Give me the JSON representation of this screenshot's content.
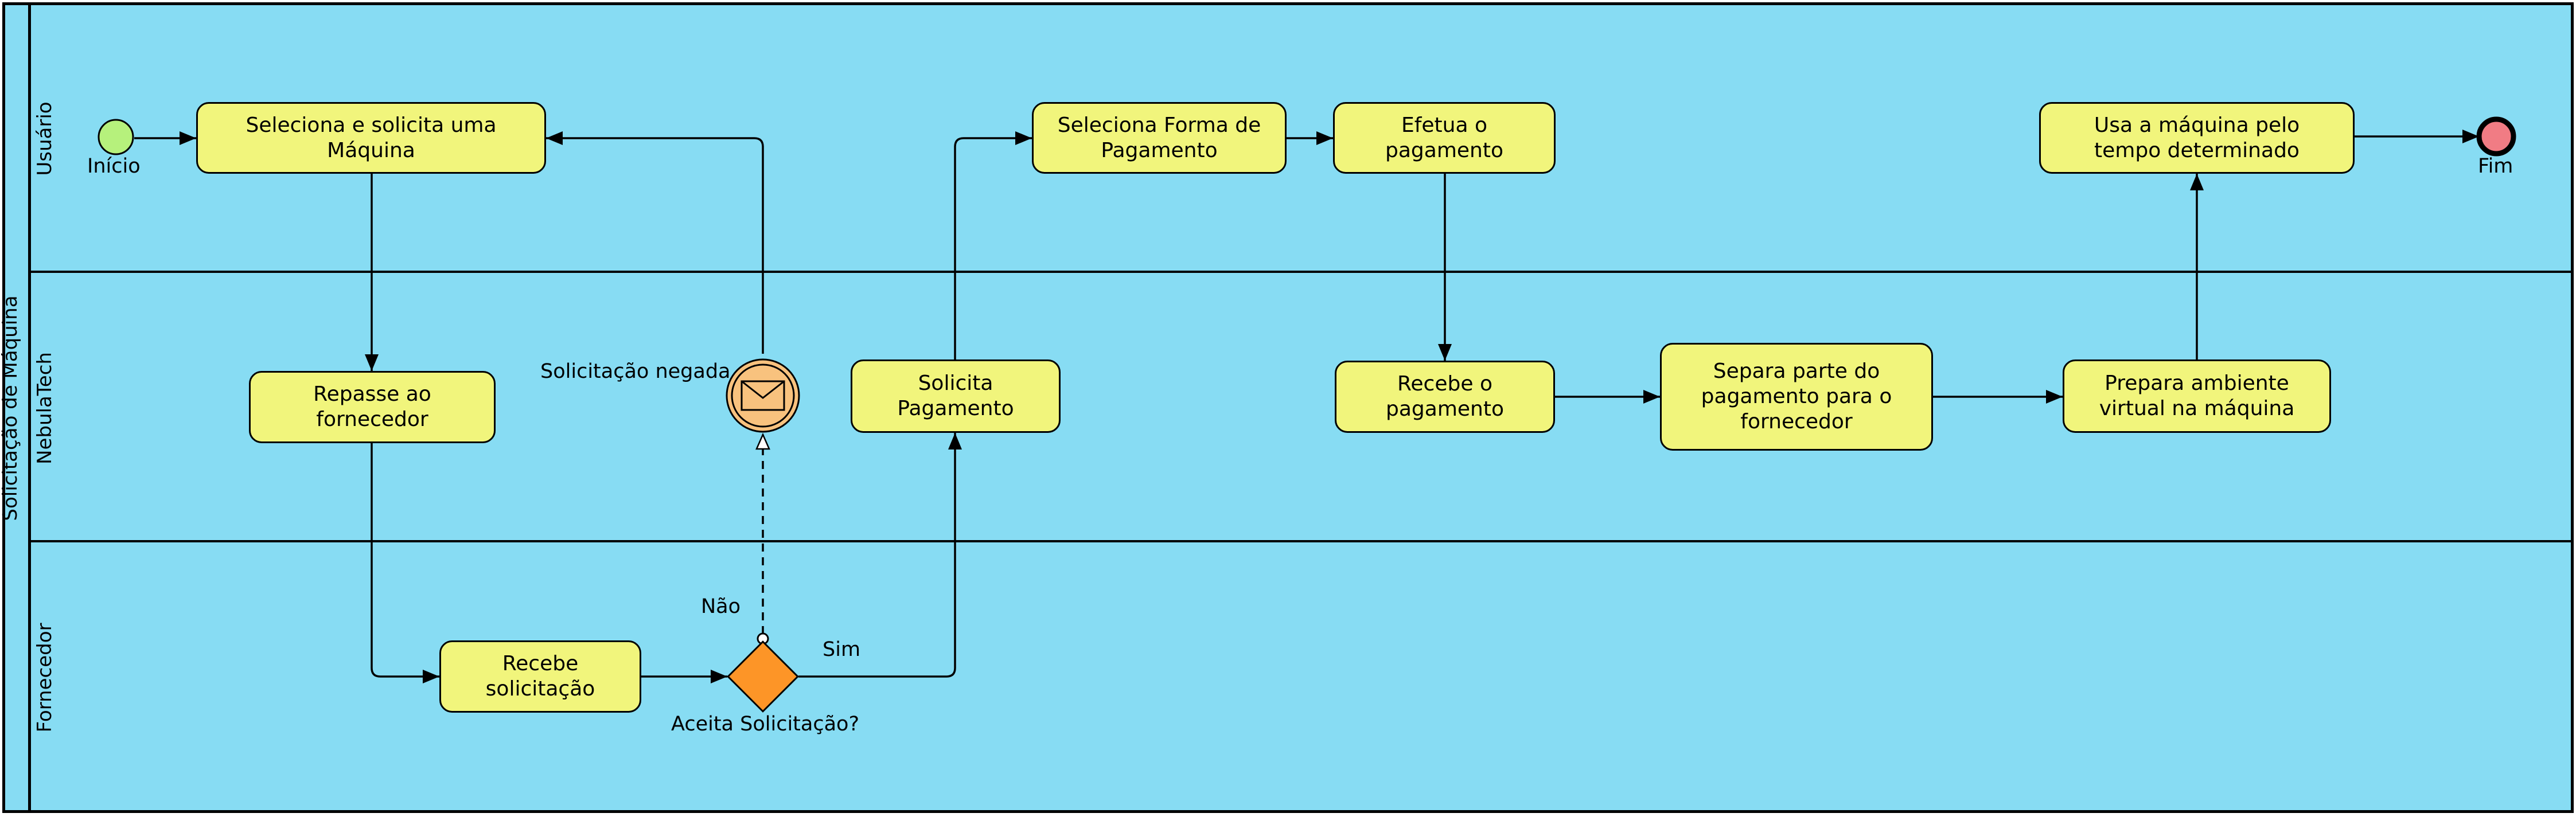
{
  "pool": {
    "title": "Solicitação de Máquina"
  },
  "lanes": [
    {
      "name": "Usuário"
    },
    {
      "name": "NebulaTech"
    },
    {
      "name": "Fornecedor"
    }
  ],
  "events": {
    "start": {
      "label": "Início",
      "color": "#b6f17c"
    },
    "end": {
      "label": "Fim",
      "color": "#f17c84"
    },
    "denied": {
      "label": "Solicitação negada",
      "icon": "envelope-icon",
      "color": "#f8c27e"
    }
  },
  "gateway": {
    "label": "Aceita Solicitação?",
    "yes": "Sim",
    "no": "Não",
    "color": "#fd9527"
  },
  "tasks": {
    "select_machine": "Seleciona e solicita uma Máquina",
    "forward_supplier": "Repasse ao fornecedor",
    "receive_request": "Recebe solicitação",
    "request_payment": "Solicita Pagamento",
    "select_payment": "Seleciona Forma de Pagamento",
    "make_payment": "Efetua o pagamento",
    "receive_payment": "Recebe o pagamento",
    "split_payment": "Separa parte do pagamento para o fornecedor",
    "prepare_env": "Prepara ambiente virtual na máquina",
    "use_machine": "Usa a máquina pelo tempo determinado"
  },
  "colors": {
    "lane_fill": "#87dcf3",
    "task_fill": "#f1f57c",
    "stroke": "#000000"
  }
}
